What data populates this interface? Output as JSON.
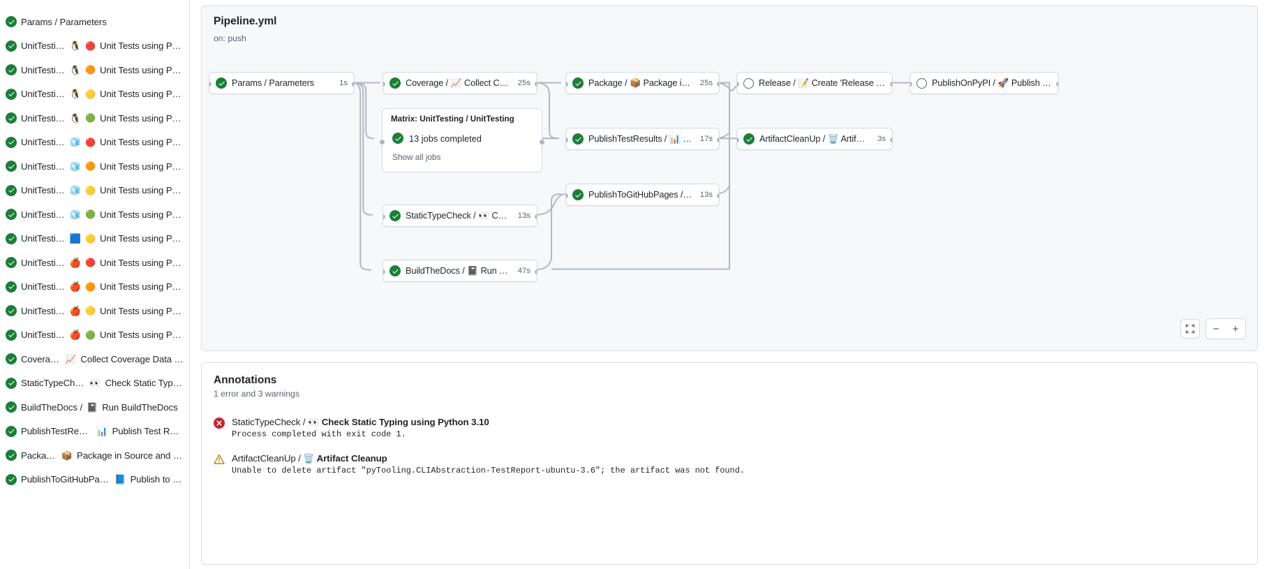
{
  "sidebar": {
    "items": [
      {
        "status": "success",
        "label": "Params / Parameters",
        "os_emoji": "",
        "ver_emoji": ""
      },
      {
        "status": "success",
        "label": "UnitTesting / ",
        "os_emoji": "🐧",
        "ver_emoji": "🔴",
        "tail": "Unit Tests using Pyth…"
      },
      {
        "status": "success",
        "label": "UnitTesting / ",
        "os_emoji": "🐧",
        "ver_emoji": "🟠",
        "tail": "Unit Tests using Pyth…"
      },
      {
        "status": "success",
        "label": "UnitTesting / ",
        "os_emoji": "🐧",
        "ver_emoji": "🟡",
        "tail": "Unit Tests using Pyth…"
      },
      {
        "status": "success",
        "label": "UnitTesting / ",
        "os_emoji": "🐧",
        "ver_emoji": "🟢",
        "tail": "Unit Tests using Pyth…"
      },
      {
        "status": "success",
        "label": "UnitTesting / ",
        "os_emoji": "🧊",
        "ver_emoji": "🔴",
        "tail": "Unit Tests using Pyth…"
      },
      {
        "status": "success",
        "label": "UnitTesting / ",
        "os_emoji": "🧊",
        "ver_emoji": "🟠",
        "tail": "Unit Tests using Pyth…"
      },
      {
        "status": "success",
        "label": "UnitTesting / ",
        "os_emoji": "🧊",
        "ver_emoji": "🟡",
        "tail": "Unit Tests using Pyth…"
      },
      {
        "status": "success",
        "label": "UnitTesting / ",
        "os_emoji": "🧊",
        "ver_emoji": "🟢",
        "tail": "Unit Tests using Pyth…"
      },
      {
        "status": "success",
        "label": "UnitTesting / ",
        "os_emoji": "🟦",
        "ver_emoji": "🟡",
        "tail": "Unit Tests using Pyth…"
      },
      {
        "status": "success",
        "label": "UnitTesting / ",
        "os_emoji": "🍎",
        "ver_emoji": "🔴",
        "tail": "Unit Tests using Pyth…"
      },
      {
        "status": "success",
        "label": "UnitTesting / ",
        "os_emoji": "🍎",
        "ver_emoji": "🟠",
        "tail": "Unit Tests using Pyth…"
      },
      {
        "status": "success",
        "label": "UnitTesting / ",
        "os_emoji": "🍎",
        "ver_emoji": "🟡",
        "tail": "Unit Tests using Pyth…"
      },
      {
        "status": "success",
        "label": "UnitTesting / ",
        "os_emoji": "🍎",
        "ver_emoji": "🟢",
        "tail": "Unit Tests using Pyth…"
      },
      {
        "status": "success",
        "label": "Coverage / ",
        "os_emoji": "📈",
        "ver_emoji": "",
        "tail": "Collect Coverage Data usi…"
      },
      {
        "status": "success",
        "label": "StaticTypeCheck / ",
        "os_emoji": "👀",
        "ver_emoji": "",
        "tail": "Check Static Typing…"
      },
      {
        "status": "success",
        "label": "BuildTheDocs / ",
        "os_emoji": "📓",
        "ver_emoji": "",
        "tail": "Run BuildTheDocs"
      },
      {
        "status": "success",
        "label": "PublishTestResults / ",
        "os_emoji": "📊",
        "ver_emoji": "",
        "tail": "Publish Test Resu…"
      },
      {
        "status": "success",
        "label": "Package / ",
        "os_emoji": "📦",
        "ver_emoji": "",
        "tail": "Package in Source and Wh…"
      },
      {
        "status": "success",
        "label": "PublishToGitHubPages / ",
        "os_emoji": "📘",
        "ver_emoji": "",
        "tail": "Publish to G…"
      }
    ]
  },
  "graph": {
    "title": "Pipeline.yml",
    "subtitle": "on: push",
    "nodes": [
      {
        "id": "params",
        "status": "success",
        "label": "Params / Parameters",
        "emoji": "",
        "time": "1s"
      },
      {
        "id": "coverage",
        "status": "success",
        "label_pre": "Coverage / ",
        "emoji": "📈",
        "label_post": "Collect Cove…",
        "time": "25s"
      },
      {
        "id": "statictype",
        "status": "success",
        "label_pre": "StaticTypeCheck / ",
        "emoji": "👀",
        "label_post": "Chec…",
        "time": "13s"
      },
      {
        "id": "builddocs",
        "status": "success",
        "label_pre": "BuildTheDocs / ",
        "emoji": "📓",
        "label_post": "Run Buil…",
        "time": "47s"
      },
      {
        "id": "package",
        "status": "success",
        "label_pre": "Package / ",
        "emoji": "📦",
        "label_post": "Package in So…",
        "time": "25s"
      },
      {
        "id": "testresults",
        "status": "success",
        "label_pre": "PublishTestResults / ",
        "emoji": "📊",
        "label_post": "Pu…",
        "time": "17s"
      },
      {
        "id": "ghpages",
        "status": "success",
        "label_pre": "PublishToGitHubPages / ",
        "emoji": "📘",
        "label_post": "…",
        "time": "13s"
      },
      {
        "id": "release",
        "status": "pending",
        "label_pre": "Release / ",
        "emoji": "📝",
        "label_post": "Create 'Release P…",
        "time": ""
      },
      {
        "id": "cleanup",
        "status": "success",
        "label_pre": "ArtifactCleanUp / ",
        "emoji": "🗑️",
        "label_post": "Artifac…",
        "time": "3s"
      },
      {
        "id": "pypi",
        "status": "pending",
        "label_pre": "PublishOnPyPI / ",
        "emoji": "🚀",
        "label_post": "Publish to …",
        "time": ""
      }
    ],
    "matrix": {
      "title": "Matrix: UnitTesting / UnitTesting",
      "jobs_label": "13 jobs completed",
      "show_all_label": "Show all jobs"
    },
    "controls": {
      "fit_label": "fit-to-screen-icon",
      "zoom_out_label": "−",
      "zoom_in_label": "+"
    }
  },
  "annotations": {
    "title": "Annotations",
    "summary": "1 error and 3 warnings",
    "items": [
      {
        "severity": "error",
        "job_pre": "StaticTypeCheck / ",
        "emoji": "👀",
        "job_post": "Check Static Typing using Python 3.10",
        "message": "Process completed with exit code 1."
      },
      {
        "severity": "warning",
        "job_pre": "ArtifactCleanUp / ",
        "emoji": "🗑️",
        "job_post": "Artifact Cleanup",
        "message": "Unable to delete artifact \"pyTooling.CLIAbstraction-TestReport-ubuntu-3.6\"; the artifact was not found."
      }
    ]
  },
  "colors": {
    "success": "#1a7f37",
    "error": "#cf222e",
    "warning": "#bf8700",
    "border": "#d1d9e0",
    "canvas": "#f6f8fa"
  }
}
